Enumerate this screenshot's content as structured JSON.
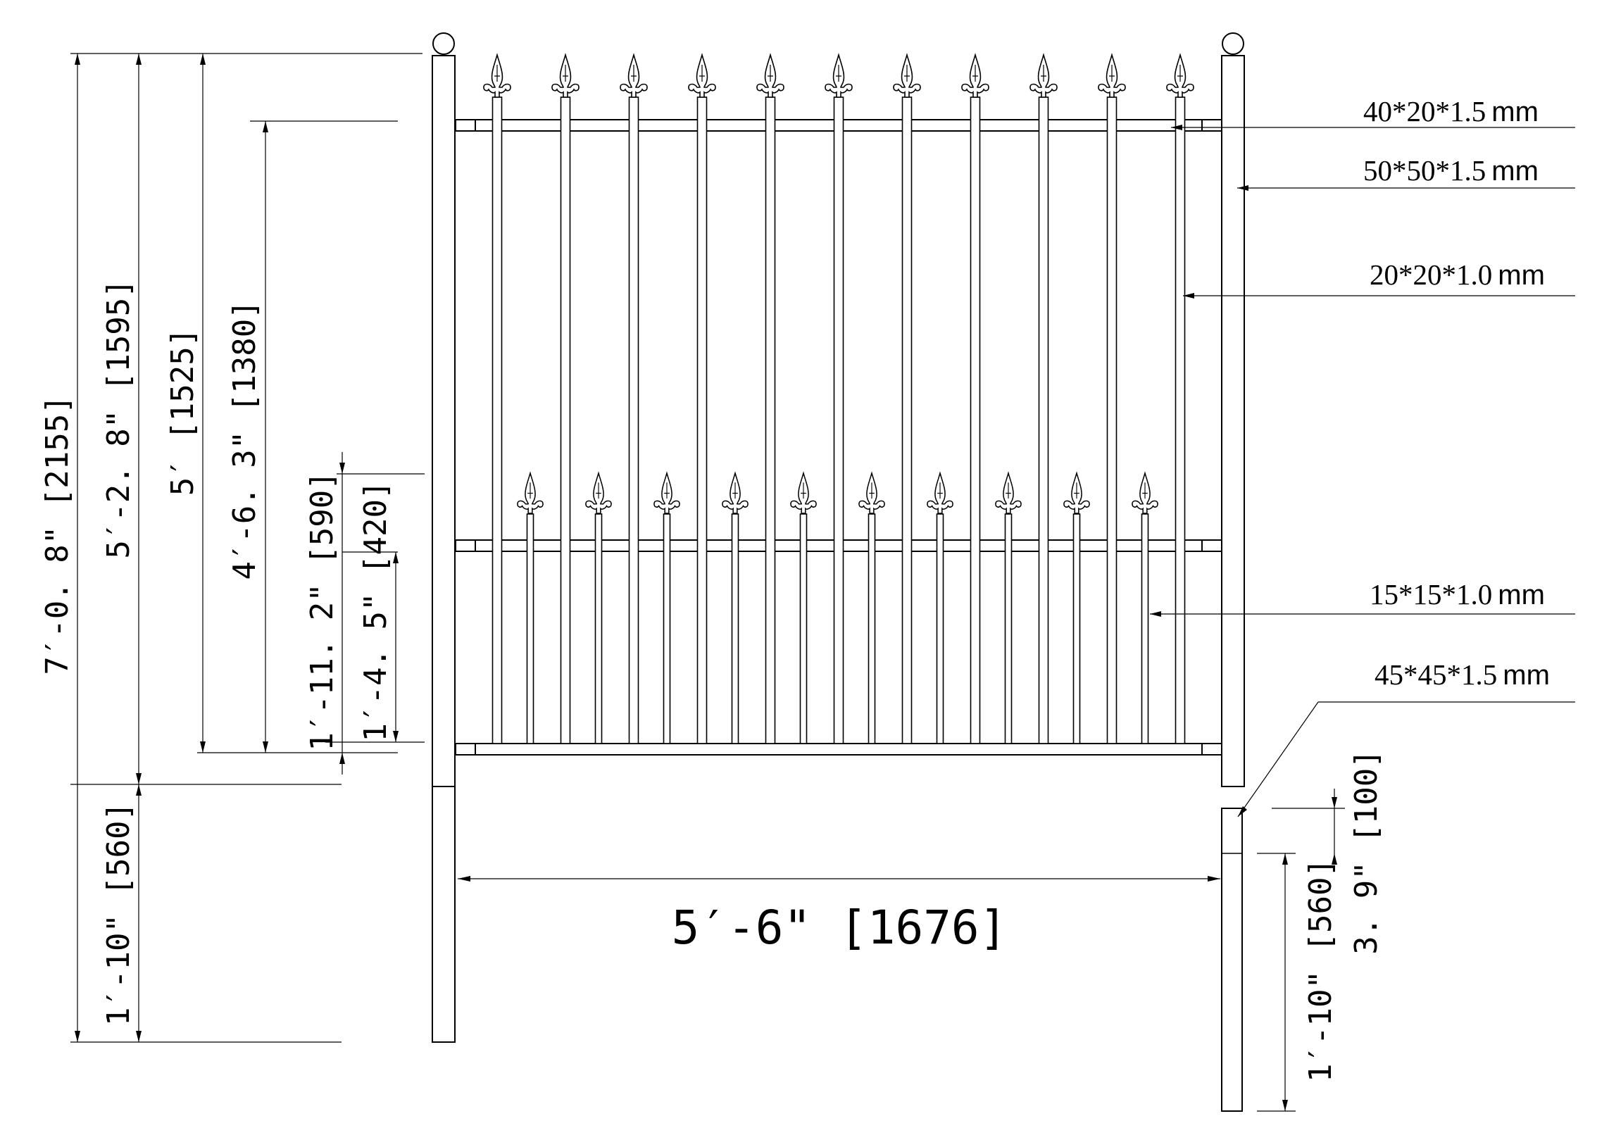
{
  "specs": {
    "top_rail": "40*20*1.5",
    "post": "50*50*1.5",
    "long_picket": "20*20*1.0",
    "short_picket": "15*15*1.0",
    "extra_post": "45*45*1.5",
    "unit": "mm"
  },
  "dimensions": {
    "total_height": "7′-0. 8\"  [2155]",
    "height_to_top_rail": "5′-2. 8\"  [1595]",
    "panel_height": "5′  [1525]",
    "picket_height": "4′-6. 3\"  [1380]",
    "short_picket_height": "1′-11. 2\"  [590]",
    "lower_section_height": "1′-4. 5\"  [420]",
    "post_depth": "1′-10\"  [560]",
    "extra_post_depth": "1′-10\"  [560]",
    "post_offset": "3. 9\"  [100]",
    "panel_width": "5′-6\"  [1676]"
  }
}
